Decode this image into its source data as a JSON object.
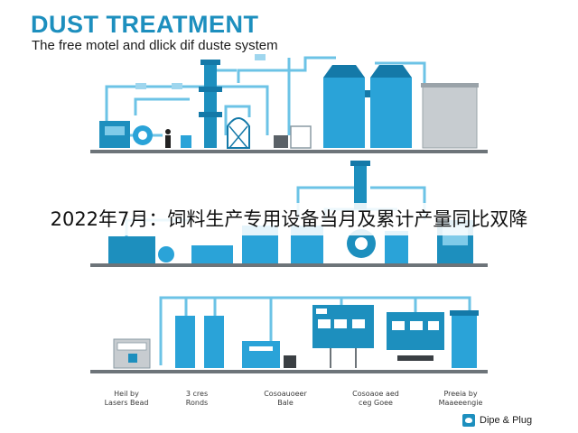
{
  "header": {
    "title": "DUST TREATMENT",
    "subtitle": "The free motel and dlick dif duste system"
  },
  "overlay": {
    "headline": "2022年7月：饲料生产专用设备当月及累计产量同比双降"
  },
  "row3": {
    "captions": [
      {
        "line1": "Heil by",
        "line2": "Lasers Bead"
      },
      {
        "line1": "3 cres",
        "line2": "Ronds"
      },
      {
        "line1": "Cosoauoeer",
        "line2": "Bale"
      },
      {
        "line1": "Cosoaoe aed",
        "line2": "ceg Goee"
      },
      {
        "line1": "Preeia by",
        "line2": "Maaeeengie"
      }
    ]
  },
  "footer": {
    "brand": "Dipe & Plug"
  },
  "colors": {
    "primary_blue": "#2aa3d8",
    "dark_blue": "#1479a8",
    "pipe": "#6cc3e6",
    "gray": "#8a9aa3",
    "floor": "#6d7479"
  }
}
